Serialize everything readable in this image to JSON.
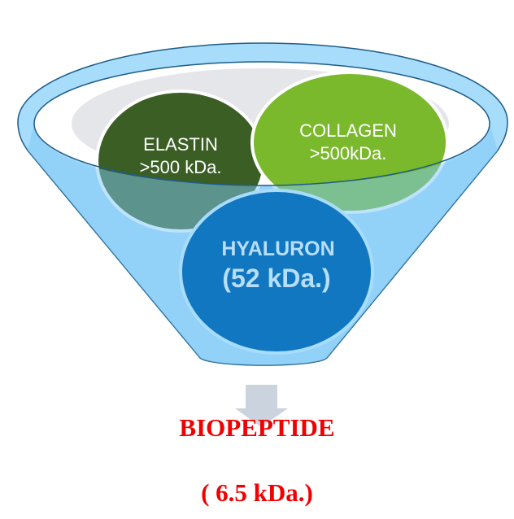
{
  "inputs": [
    {
      "name": "ELASTIN",
      "weight": ">500 kDa.",
      "color": "#3a5e24"
    },
    {
      "name": "COLLAGEN",
      "weight": ">500kDa.",
      "color": "#7ab82c"
    },
    {
      "name": "HYALURON",
      "weight": "(52 kDa.)",
      "color": "#1177c0"
    }
  ],
  "output": {
    "name": "BIOPEPTIDE",
    "weight": "( 6.5 kDa.)",
    "color": "#f00000"
  },
  "colors": {
    "funnel": "#a8dcfb",
    "funnel_stroke": "#1c5d8a",
    "arrow": "#cbd3de"
  }
}
